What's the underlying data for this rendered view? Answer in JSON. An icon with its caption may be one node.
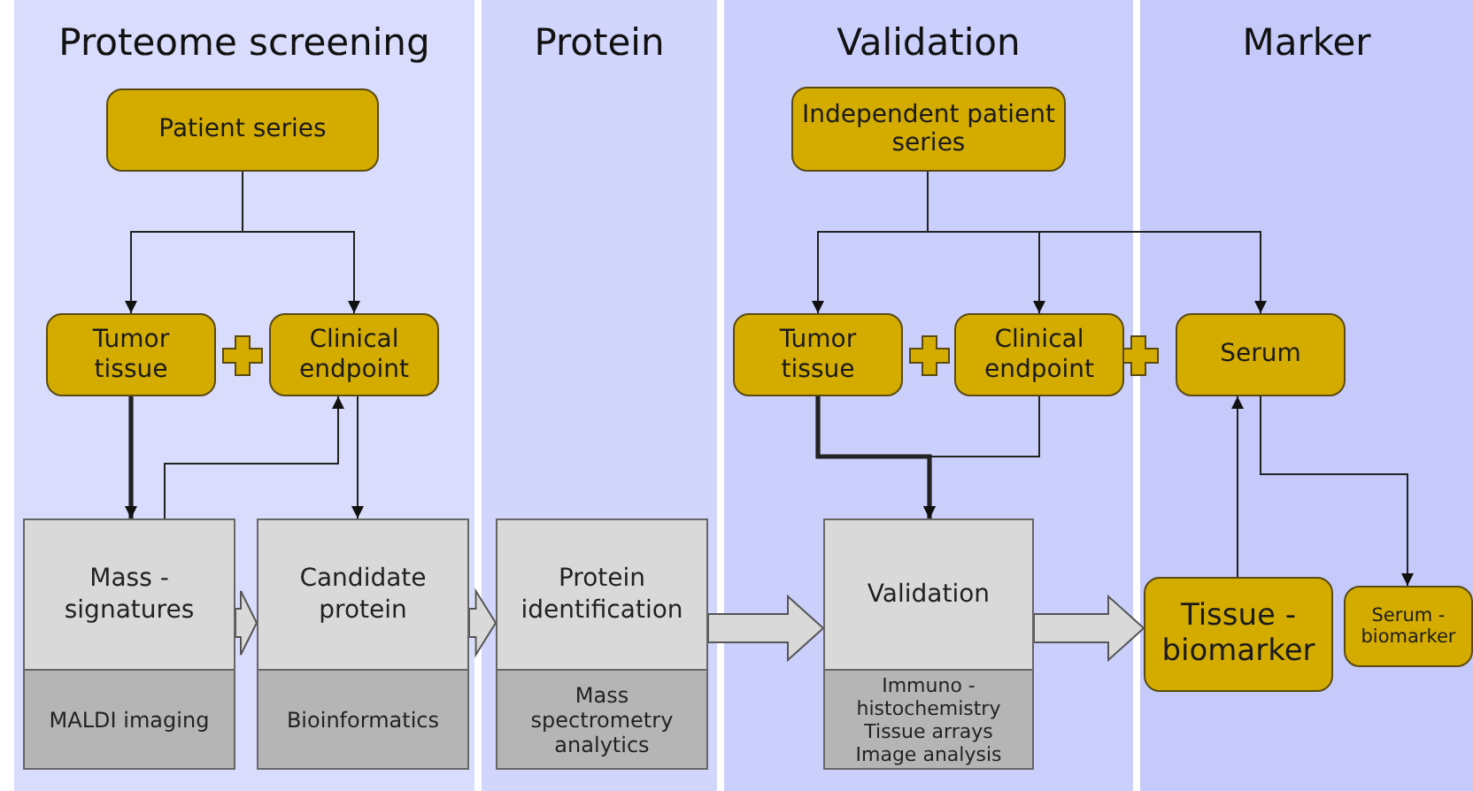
{
  "diagram": {
    "nodes": [
      {
        "text": [
          "Proteome screening"
        ]
      },
      {
        "text": [
          "Patient series"
        ],
        "in": 0
      },
      {
        "text": [
          "Tumor tissue"
        ],
        "in": 0
      },
      {
        "text": [
          "Clinical endpoint"
        ],
        "in": 0
      },
      {
        "text": [
          "Mass - signatures",
          "MALDI imaging"
        ],
        "in": 0
      },
      {
        "text": [
          "Candidate protein",
          "Bioinformatics"
        ],
        "in": 0
      },
      {
        "text": [
          "Protein"
        ]
      },
      {
        "text": [
          "Protein identification",
          "Mass spectrometry analytics"
        ],
        "in": 6
      },
      {
        "text": [
          "Validation"
        ]
      },
      {
        "text": [
          "Independent patient series"
        ],
        "in": 8
      },
      {
        "text": [
          "Tumor tissue"
        ],
        "in": 8
      },
      {
        "text": [
          "Clinical endpoint"
        ],
        "in": 8
      },
      {
        "text": [
          "Validation",
          "Immuno - histochemistry",
          "Tissue arrays",
          "Image analysis"
        ],
        "in": 8
      },
      {
        "text": [
          "Marker"
        ]
      },
      {
        "text": [
          "Serum"
        ],
        "in": 13
      },
      {
        "text": [
          "Tissue - biomarker"
        ],
        "in": 13
      },
      {
        "text": [
          "Serum - biomarker"
        ],
        "in": 13
      }
    ],
    "edges": [
      {
        "from": 1,
        "to": 2,
        "arrow": "to"
      },
      {
        "from": 1,
        "to": 3,
        "arrow": "to"
      },
      {
        "from": 2,
        "to": 4,
        "arrow": "to",
        "style": "thick"
      },
      {
        "from": 4,
        "to": 3,
        "arrow": "to"
      },
      {
        "from": 3,
        "to": 5,
        "arrow": "to"
      },
      {
        "from": 4,
        "to": 5,
        "arrow": "to",
        "style": "thick",
        "color": "#d9d9d9"
      },
      {
        "from": 5,
        "to": 7,
        "arrow": "to",
        "style": "thick",
        "color": "#d9d9d9"
      },
      {
        "from": 7,
        "to": 12,
        "arrow": "to",
        "style": "thick",
        "color": "#d9d9d9"
      },
      {
        "from": 12,
        "to": 15,
        "arrow": "to",
        "style": "thick",
        "color": "#d9d9d9"
      },
      {
        "from": 9,
        "to": 10,
        "arrow": "to"
      },
      {
        "from": 9,
        "to": 11,
        "arrow": "to"
      },
      {
        "from": 9,
        "to": 14,
        "arrow": "to"
      },
      {
        "from": 10,
        "to": 12,
        "arrow": "to",
        "style": "thick"
      },
      {
        "from": 11,
        "to": 12,
        "arrow": "to"
      },
      {
        "from": 15,
        "to": 14,
        "arrow": "to"
      },
      {
        "from": 14,
        "to": 16,
        "arrow": "to"
      }
    ]
  }
}
